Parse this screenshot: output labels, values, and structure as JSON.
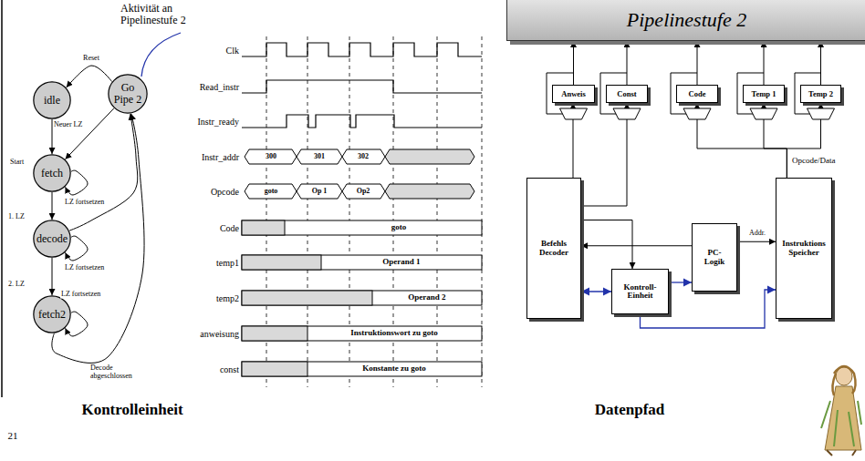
{
  "diagram": {
    "nodes": [
      {
        "text": [
          "idle"
        ]
      },
      {
        "text": [
          "Go Pipe 2"
        ]
      },
      {
        "text": [
          "fetch"
        ]
      },
      {
        "text": [
          "decode"
        ]
      },
      {
        "text": [
          "fetch2"
        ]
      },
      {
        "text": [
          "Pipelinestufe 2"
        ]
      },
      {
        "text": [
          "Anweis"
        ]
      },
      {
        "text": [
          "Const"
        ]
      },
      {
        "text": [
          "Code"
        ]
      },
      {
        "text": [
          "Temp 1"
        ]
      },
      {
        "text": [
          "Temp 2"
        ]
      },
      {
        "text": [
          "Befehls Decoder"
        ]
      },
      {
        "text": [
          "Kontroll- Einheit"
        ]
      },
      {
        "text": [
          "PC- Logik"
        ]
      },
      {
        "text": [
          "Instruktions Speicher"
        ]
      }
    ],
    "edges": [
      {
        "from": 0,
        "to": 2,
        "arrow": "to",
        "label": "Start"
      },
      {
        "from": 2,
        "to": 2,
        "arrow": "to",
        "label": "LZ fortsetzen"
      },
      {
        "from": 2,
        "to": 3,
        "arrow": "to",
        "label": "1. LZ"
      },
      {
        "from": 3,
        "to": 3,
        "arrow": "to",
        "label": "LZ fortsetzen"
      },
      {
        "from": 3,
        "to": 4,
        "arrow": "to",
        "label": "2. LZ"
      },
      {
        "from": 4,
        "to": 4,
        "arrow": "to",
        "label": "LZ fortsetzen"
      },
      {
        "from": 4,
        "to": 1,
        "arrow": "to",
        "label": "Decode abgeschlossen"
      },
      {
        "from": 3,
        "to": 1,
        "arrow": "to"
      },
      {
        "from": 1,
        "to": 0,
        "arrow": "to",
        "label": "Reset"
      },
      {
        "from": 1,
        "to": 2,
        "arrow": "to",
        "label": "Neuer LZ"
      },
      {
        "from": 6,
        "to": 5,
        "arrow": "to"
      },
      {
        "from": 7,
        "to": 5,
        "arrow": "to"
      },
      {
        "from": 8,
        "to": 5,
        "arrow": "to"
      },
      {
        "from": 9,
        "to": 5,
        "arrow": "to"
      },
      {
        "from": 10,
        "to": 5,
        "arrow": "to"
      },
      {
        "from": 11,
        "to": 6,
        "arrow": "to"
      },
      {
        "from": 11,
        "to": 7,
        "arrow": "to"
      },
      {
        "from": 14,
        "to": 8,
        "arrow": "to"
      },
      {
        "from": 14,
        "to": 9,
        "arrow": "to"
      },
      {
        "from": 14,
        "to": 10,
        "arrow": "to"
      },
      {
        "from": 13,
        "to": 14,
        "arrow": "to",
        "label": "Addr."
      },
      {
        "from": 13,
        "to": 11,
        "arrow": "to"
      },
      {
        "from": 11,
        "to": 12,
        "arrow": "to"
      },
      {
        "from": 12,
        "to": 11,
        "arrow": "both"
      },
      {
        "from": 12,
        "to": 13,
        "arrow": "to"
      },
      {
        "from": 12,
        "to": 14,
        "arrow": "to"
      }
    ],
    "labels": [
      "Aktivität an Pipelinestufe 2",
      "Clk",
      "Read_instr",
      "Instr_ready",
      "Instr_addr",
      "Opcode",
      "Code",
      "temp1",
      "temp2",
      "anweisung",
      "const",
      "300",
      "301",
      "302",
      "goto",
      "Op 1",
      "Op2",
      "goto",
      "Operand 1",
      "Operand 2",
      "Instruktionswort zu goto",
      "Konstante zu goto",
      "Opcode/Data",
      "Kontrolleinheit",
      "Datenpfad",
      "21"
    ]
  }
}
